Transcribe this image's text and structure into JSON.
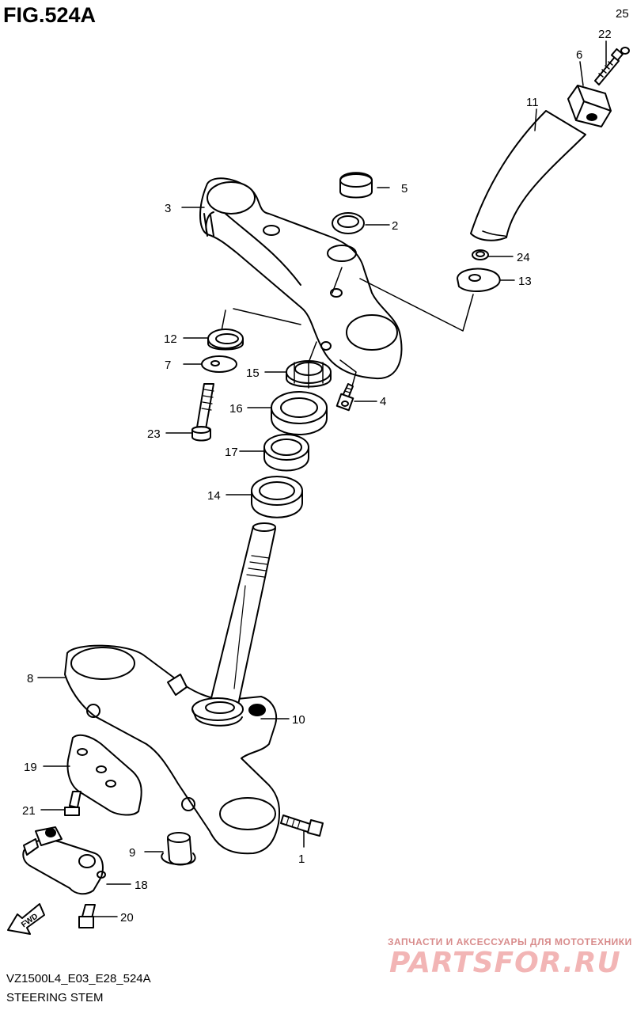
{
  "figure": {
    "title": "FIG.524A",
    "model_code": "VZ1500L4_E03_E28_524A",
    "caption": "STEERING STEM"
  },
  "callouts": [
    "1",
    "2",
    "3",
    "4",
    "5",
    "6",
    "7",
    "8",
    "9",
    "10",
    "11",
    "12",
    "13",
    "14",
    "15",
    "16",
    "17",
    "18",
    "19",
    "20",
    "21",
    "22",
    "23",
    "24",
    "25"
  ],
  "fwd_label": "FWD",
  "watermark": {
    "line1": "ЗАПЧАСТИ И АКСЕССУАРЫ ДЛЯ МОТОТЕХНИКИ",
    "logo": "PARTSFOR.RU"
  }
}
